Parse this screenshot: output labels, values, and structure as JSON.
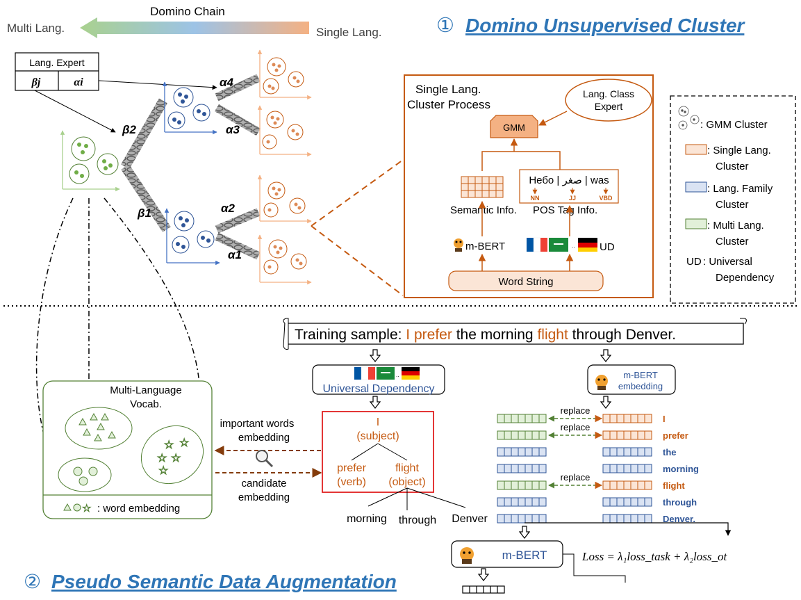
{
  "top": {
    "chain_label": "Domino Chain",
    "multi_lang": "Multi Lang.",
    "single_lang": "Single Lang.",
    "section1_num": "①",
    "section1_title": "Domino Unsupervised Cluster"
  },
  "expert_table": {
    "header": "Lang. Expert",
    "beta_j": "βj",
    "alpha_i": "αi"
  },
  "chain_params": {
    "beta2": "β2",
    "beta1": "β1",
    "alpha4": "α4",
    "alpha3": "α3",
    "alpha2": "α2",
    "alpha1": "α1"
  },
  "process": {
    "title_line1": "Single Lang.",
    "title_line2": "Cluster Process",
    "expert_line1": "Lang. Class",
    "expert_line2": "Expert",
    "gmm": "GMM",
    "pos_words": "Небо | صغر | was",
    "pos_tag_nn": "NN",
    "pos_tag_jj": "JJ",
    "pos_tag_vbd": "VBD",
    "semantic_info": "Semantic Info.",
    "pos_info": "POS  Tag  Info.",
    "mbert": "m-BERT",
    "ud": "UD",
    "word_string": "Word String"
  },
  "legend": {
    "gmm": ": GMM Cluster",
    "single_1": ": Single Lang.",
    "single_2": "Cluster",
    "family_1": ": Lang. Family",
    "family_2": "Cluster",
    "multi_1": ": Multi Lang.",
    "multi_2": "Cluster",
    "ud_abbr": "UD",
    "ud_1": ": Universal",
    "ud_2": "Dependency"
  },
  "augment": {
    "training_prefix": "Training sample: ",
    "w_i": "I",
    "w_prefer": "prefer",
    "w_mid": "the morning",
    "w_flight": "flight",
    "w_end": "through Denver.",
    "ud_line": "Universal  Dependency",
    "mbert_emb_1": "m-BERT",
    "mbert_emb_2": "embedding",
    "vocab_1": "Multi-Language",
    "vocab_2": "Vocab.",
    "word_embedding": ": word embedding",
    "important_1": "important words",
    "important_2": "embedding",
    "candidate_1": "candidate",
    "candidate_2": "embedding",
    "tree_i": "I",
    "tree_subject": "(subject)",
    "tree_prefer": "prefer",
    "tree_verb": "(verb)",
    "tree_flight": "flight",
    "tree_object": "(object)",
    "tree_morning": "morning",
    "tree_through": "through",
    "tree_denver": "Denver",
    "replace": "replace",
    "tokens": [
      "I",
      "prefer",
      "the",
      "morning",
      "flight",
      "through",
      "Denver."
    ],
    "mbert_model": "m-BERT",
    "loss_formula": "Loss = λ₁loss_task + λ₂loss_ot",
    "section2_num": "②",
    "section2_title": "Pseudo Semantic Data Augmentation"
  },
  "colors": {
    "orange": "#c55a11",
    "orange_fill": "#fbe5d6",
    "blue": "#2f5597",
    "blue_fill": "#dae3f3",
    "green": "#538135",
    "green_fill": "#e2f0d9",
    "red_box": "#e02020",
    "title_blue": "#2e75b6"
  }
}
